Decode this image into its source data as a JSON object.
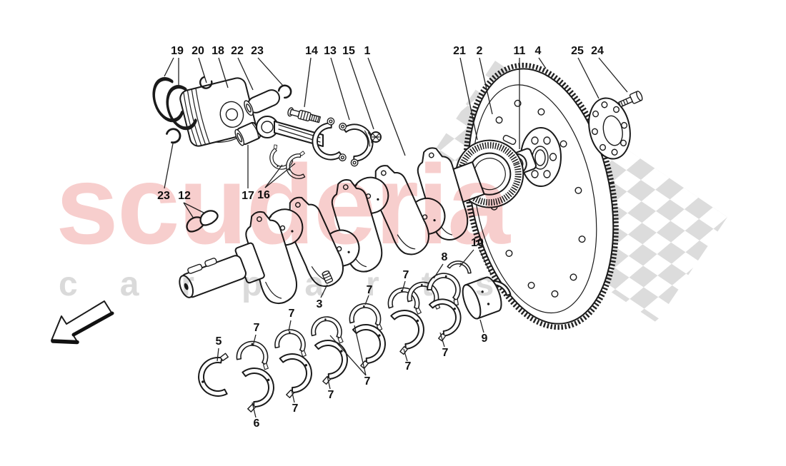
{
  "watermark": {
    "brand": "scuderia",
    "word_left": "car",
    "word_right": "parts",
    "brand_color": "#f7cecd",
    "letters_color": "#dadada"
  },
  "colors": {
    "line": "#1a1a1a",
    "flag_gray": "#dcdcdc",
    "background": "#ffffff"
  },
  "icons": {
    "direction_arrow": "arrow-left-down",
    "flag": "checkered-flag-watermark"
  },
  "callouts": [
    {
      "n": "19"
    },
    {
      "n": "20"
    },
    {
      "n": "18"
    },
    {
      "n": "22"
    },
    {
      "n": "23"
    },
    {
      "n": "14"
    },
    {
      "n": "13"
    },
    {
      "n": "15"
    },
    {
      "n": "1"
    },
    {
      "n": "21"
    },
    {
      "n": "2"
    },
    {
      "n": "11"
    },
    {
      "n": "4"
    },
    {
      "n": "25"
    },
    {
      "n": "24"
    },
    {
      "n": "23"
    },
    {
      "n": "12"
    },
    {
      "n": "17"
    },
    {
      "n": "16"
    },
    {
      "n": "3"
    },
    {
      "n": "7"
    },
    {
      "n": "7"
    },
    {
      "n": "5"
    },
    {
      "n": "7"
    },
    {
      "n": "7"
    },
    {
      "n": "8"
    },
    {
      "n": "10"
    },
    {
      "n": "6"
    },
    {
      "n": "7"
    },
    {
      "n": "7"
    },
    {
      "n": "7"
    },
    {
      "n": "7"
    },
    {
      "n": "7"
    },
    {
      "n": "9"
    }
  ]
}
